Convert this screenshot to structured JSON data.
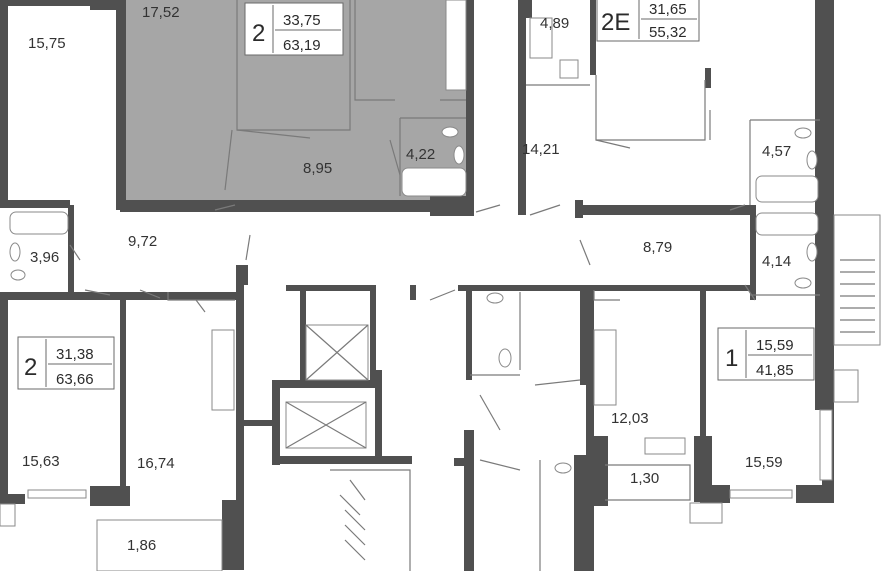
{
  "colors": {
    "wall": "#505050",
    "highlight": "#a6a6a6",
    "background": "#ffffff",
    "text": "#333333"
  },
  "units": [
    {
      "rooms": "2",
      "living": "33,75",
      "total": "63,19"
    },
    {
      "rooms": "2E",
      "living": "31,65",
      "total": "55,32"
    },
    {
      "rooms": "2",
      "living": "31,38",
      "total": "63,66"
    },
    {
      "rooms": "1",
      "living": "15,59",
      "total": "41,85"
    }
  ],
  "rooms": [
    "17,52",
    "15,75",
    "4,89",
    "8,95",
    "4,22",
    "14,21",
    "4,57",
    "3,96",
    "9,72",
    "8,79",
    "4,14",
    "12,03",
    "15,63",
    "16,74",
    "1,30",
    "15,59",
    "1,86"
  ]
}
